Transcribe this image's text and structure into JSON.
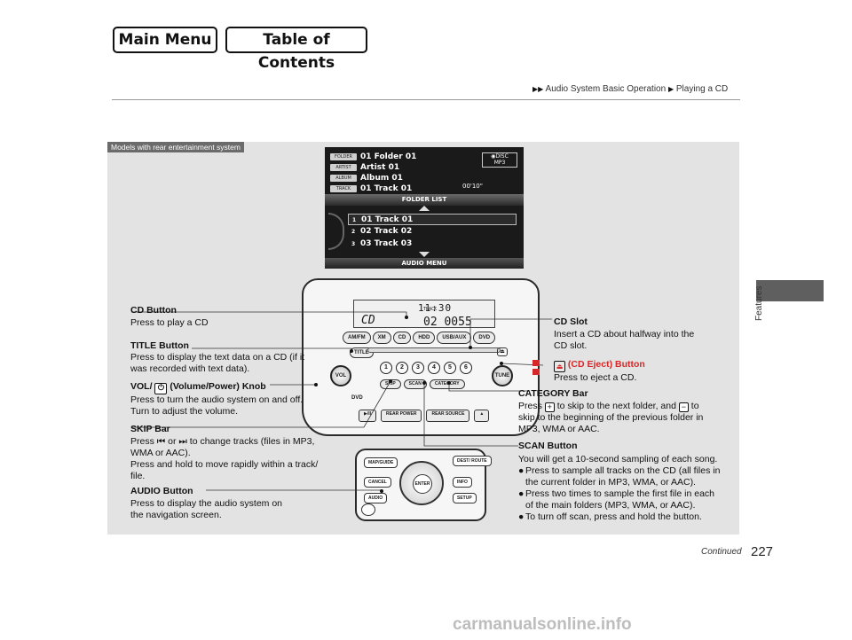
{
  "nav": {
    "main_menu": "Main Menu",
    "toc": "Table of Contents"
  },
  "breadcrumb": {
    "part1": "Audio System Basic Operation",
    "part2": "Playing a CD"
  },
  "side_label": "Features",
  "panel_tag": "Models with rear entertainment system",
  "screen": {
    "rows": [
      {
        "label": "FOLDER",
        "value": "01 Folder 01"
      },
      {
        "label": "ARTIST",
        "value": "Artist 01"
      },
      {
        "label": "ALBUM",
        "value": "Album 01"
      },
      {
        "label": "TRACK",
        "value": "01 Track 01"
      }
    ],
    "disc_label": "DISC",
    "disc_format": "MP3",
    "time": "00'10\"",
    "folder_list": "FOLDER LIST",
    "tracks": [
      {
        "num": "1",
        "name": "01 Track 01"
      },
      {
        "num": "2",
        "name": "02 Track 02"
      },
      {
        "num": "3",
        "name": "03 Track 03"
      }
    ],
    "audio_menu": "AUDIO MENU"
  },
  "console": {
    "lcd_clock": "11:30",
    "lcd_source": "CD",
    "lcd_track": "02 0055",
    "lcd_track_label": "TRACK",
    "sources": [
      "AM/FM",
      "XM",
      "CD",
      "HDD",
      "USB/AUX",
      "DVD"
    ],
    "title_btn": "TITLE",
    "vol": "VOL",
    "tune": "TUNE",
    "presets": [
      "1",
      "2",
      "3",
      "4",
      "5",
      "6"
    ],
    "skip": "SKIP",
    "scan": "SCAN",
    "category": "CATEGORY",
    "rear_power": "REAR POWER",
    "rear_source": "REAR SOURCE",
    "dvd_logo": "DVD",
    "nav_buttons": {
      "map_guide": "MAP/GUIDE",
      "cancel": "CANCEL",
      "dest_route": "DEST/ ROUTE",
      "info": "INFO",
      "audio": "AUDIO",
      "setup": "SETUP",
      "enter": "ENTER"
    }
  },
  "callouts": {
    "cd_button": {
      "title": "CD Button",
      "body": "Press to play a CD"
    },
    "title_button": {
      "title": "TITLE Button",
      "body1": "Press to display the text data on a CD (if it",
      "body2": "was recorded with text data)."
    },
    "vol_knob": {
      "title_pre": "VOL/",
      "title_post": "(Volume/Power) Knob",
      "body1": "Press to turn the audio system on and off.",
      "body2": "Turn to adjust the volume."
    },
    "skip_bar": {
      "title": "SKIP Bar",
      "body1_pre": "Press",
      "body1_mid": "or",
      "body1_post": "to change tracks (files in MP3,",
      "body2": "WMA or AAC).",
      "body3": "Press and hold to move rapidly within a track/",
      "body4": "file."
    },
    "audio_button": {
      "title": "AUDIO Button",
      "body1": "Press to display the audio system on",
      "body2": "the navigation screen."
    },
    "cd_slot": {
      "title": "CD Slot",
      "body1": "Insert a CD about halfway into the",
      "body2": "CD slot."
    },
    "cd_eject": {
      "title": "(CD Eject) Button",
      "body": "Press to eject a CD."
    },
    "category_bar": {
      "title": "CATEGORY Bar",
      "body1_pre": "Press",
      "body1_mid": "to skip to the next folder, and",
      "body1_post": "to",
      "body2": "skip to the beginning of the previous folder in",
      "body3": "MP3, WMA or AAC."
    },
    "scan_button": {
      "title": "SCAN Button",
      "body": "You will get a 10-second sampling of each song.",
      "b1a": "Press to sample all tracks on the CD (all files in",
      "b1b": "the current folder in MP3, WMA, or AAC).",
      "b2a": "Press two times to sample the first file in each",
      "b2b": "of the main folders (MP3, WMA, or AAC).",
      "b3": "To turn off scan, press and hold the button."
    }
  },
  "continued": "Continued",
  "page_number": "227",
  "footer": "carmanualsonline.info"
}
